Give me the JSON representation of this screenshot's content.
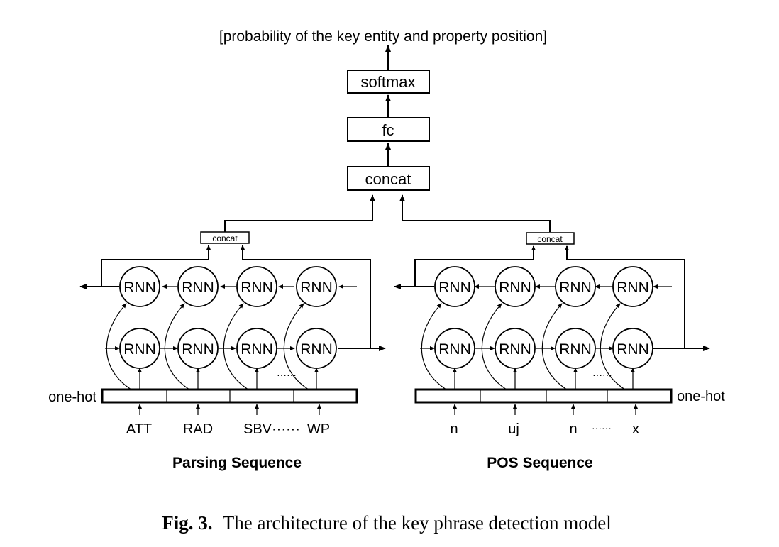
{
  "top_output": "[probability of the key entity and property position]",
  "blocks": {
    "softmax": "softmax",
    "fc": "fc",
    "concat": "concat"
  },
  "small_concat": "concat",
  "rnn_label": "RNN",
  "one_hot": "one-hot",
  "ellipsis": "······",
  "parsing": {
    "title": "Parsing Sequence",
    "inputs": [
      "ATT",
      "RAD",
      "SBV······",
      "WP"
    ]
  },
  "pos": {
    "title": "POS Sequence",
    "inputs": [
      "n",
      "uj",
      "n",
      "······",
      "x"
    ]
  },
  "caption": {
    "label": "Fig. 3.",
    "text": "The architecture of the key phrase detection model"
  }
}
